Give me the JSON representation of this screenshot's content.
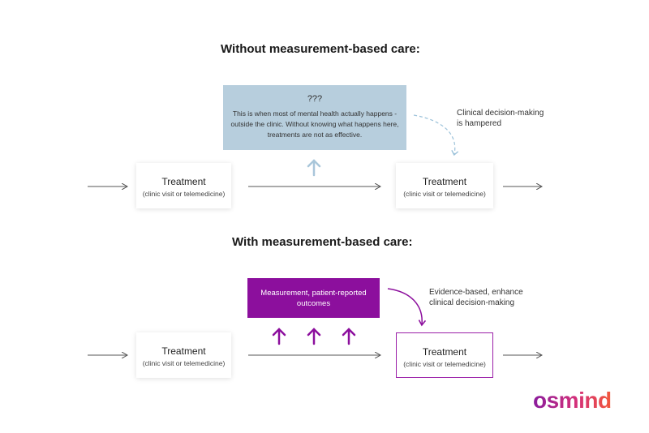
{
  "top": {
    "heading": "Without measurement-based care:",
    "mystery_title": "???",
    "mystery_text": "This is when most of mental health actually happens - outside the clinic. Without knowing what happens here, treatments are not as effective.",
    "note": "Clinical decision-making is hampered",
    "box_left": {
      "title": "Treatment",
      "subtitle": "(clinic visit or telemedicine)"
    },
    "box_right": {
      "title": "Treatment",
      "subtitle": "(clinic visit or telemedicine)"
    }
  },
  "bottom": {
    "heading": "With measurement-based care:",
    "measure_text": "Measurement, patient-reported outcomes",
    "note": "Evidence-based, enhance clinical decision-making",
    "box_left": {
      "title": "Treatment",
      "subtitle": "(clinic visit or telemedicine)"
    },
    "box_right": {
      "title": "Treatment",
      "subtitle": "(clinic visit or telemedicine)"
    }
  },
  "brand": "osmind",
  "colors": {
    "mystery_fill": "#b7cedd",
    "up_arrow_light": "#a9c6da",
    "purple": "#8c0f9d",
    "dashed_arrow": "#9cc2da"
  }
}
